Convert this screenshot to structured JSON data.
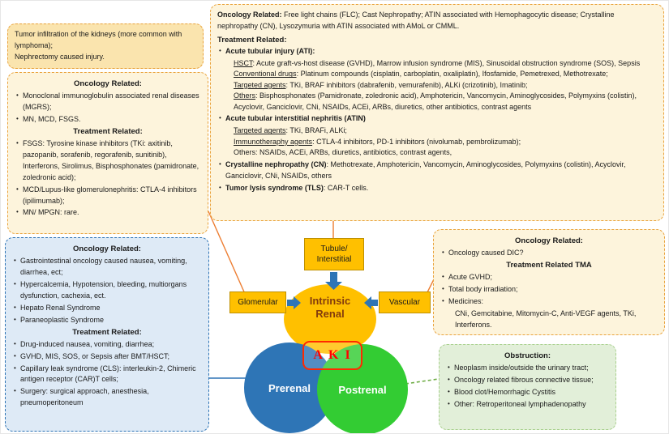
{
  "colors": {
    "orange_accent": "#E9A23B",
    "blue_accent": "#2E74B5",
    "green_accent": "#70AD47",
    "venn_orange": "#FFC000",
    "venn_blue": "#2E75B6",
    "venn_green": "#33CC33",
    "aki_red": "#FF0000"
  },
  "box_top_left": {
    "line1": "Tumor infiltration of the kidneys (more common with lymphoma);",
    "line2": "Nephrectomy caused injury."
  },
  "box_left": {
    "h1": "Oncology Related:",
    "items1": [
      "Monoclonal immunoglobulin associated renal diseases (MGRS);",
      "MN, MCD, FSGS."
    ],
    "h2": "Treatment Related:",
    "items2": [
      "FSGS: Tyrosine kinase inhibitors (TKi: axitinib, pazopanib, sorafenib, regorafenib, sunitinib), Interferons, Sirolimus, Bisphosphonates (pamidronate, zoledronic acid);",
      "MCD/Lupus-like glomerulonephritis: CTLA-4 inhibitors (ipilimumab);",
      "MN/ MPGN: rare."
    ]
  },
  "box_top_right": {
    "p1_lead": "Oncology Related:",
    "p1_rest": " Free light chains (FLC); Cast Nephropathy; ATIN associated with Hemophagocytic disease; Crystalline nephropathy (CN), Lysozymuria with ATIN associated with AMoL or CMML.",
    "h_treatment": "Treatment Related:",
    "b1_lead": "Acute tubular injury (ATI)",
    "b1_rest": ":",
    "b1_sub": [
      {
        "lead": "HSCT",
        "rest": ": Acute graft-vs-host disease (GVHD), Marrow infusion syndrome (MIS), Sinusoidal obstruction syndrome (SOS), Sepsis"
      },
      {
        "lead": "Conventional drugs",
        "rest": ": Platinum compounds (cisplatin, carboplatin, oxaliplatin), Ifosfamide, Pemetrexed, Methotrexate;"
      },
      {
        "lead": "Targeted agents",
        "rest": ": TKi, BRAF inhibitors (dabrafenib, vemurafenib), ALKi (crizotinib), Imatinib;"
      },
      {
        "lead": "Others",
        "rest": ": Bisphosphonates (Pamidronate, zoledronic acid), Amphotericin, Vancomycin, Aminoglycosides, Polymyxins (colistin), Acyclovir, Ganciclovir, CNi, NSAIDs, ACEi, ARBs, diuretics, other antibiotics, contrast agents"
      }
    ],
    "b2_lead": "Acute tubular interstitial nephritis (ATIN)",
    "b2_sub": [
      {
        "lead": "Targeted agents",
        "rest": ": TKi, BRAFi, ALKi;"
      },
      {
        "lead": "Immunotheraphy agents",
        "rest": ": CTLA-4 inhibitors, PD-1 inhibitors (nivolumab, pembrolizumab);"
      }
    ],
    "b2_plain": "Others: NSAIDs, ACEi, ARBs, diuretics, antibiotics, contrast agents,",
    "b3_lead": "Crystalline nephropathy (CN)",
    "b3_rest": ": Methotrexate, Amphotericin, Vancomycin, Aminoglycosides, Polymyxins (colistin), Acyclovir, Ganciclovir, CNi, NSAIDs, others",
    "b4_lead": "Tumor lysis syndrome (TLS)",
    "b4_rest": ": CAR-T cells."
  },
  "box_bottom_left": {
    "h1": "Oncology Related:",
    "items1": [
      "Gastrointestinal oncology caused nausea, vomiting, diarrhea, ect;",
      "Hypercalcemia, Hypotension, bleeding, multiorgans dysfunction, cachexia, ect.",
      "Hepato Renal Syndrome",
      "Paraneoplastic Syndrome"
    ],
    "h2": "Treatment Related:",
    "items2": [
      "Drug-induced nausea, vomiting, diarrhea;",
      "GVHD, MIS, SOS, or Sepsis after BMT/HSCT;",
      "Capillary leak syndrome (CLS): interleukin-2, Chimeric antigen receptor (CAR)T cells;",
      "Surgery: surgical approach, anesthesia, pneumoperitoneum"
    ]
  },
  "box_right": {
    "h1": "Oncology Related:",
    "items1": [
      "Oncology caused DIC?"
    ],
    "h2": "Treatment Related TMA",
    "items2": [
      "Acute GVHD;",
      "Total body irradiation;",
      "Medicines:"
    ],
    "cont": "CNi, Gemcitabine, Mitomycin-C, Anti-VEGF agents, TKi, Interferons."
  },
  "box_obstruction": {
    "h1": "Obstruction:",
    "items": [
      "Neoplasm inside/outside the urinary tract;",
      "Oncology related fibrous connective tissue;",
      "Blood clot/Hemorrhagic Cystitis",
      "Other: Retroperitoneal lymphadenopathy"
    ]
  },
  "diagram": {
    "tubule_label_1": "Tubule/",
    "tubule_label_2": "Interstitial",
    "glomerular_label": "Glomerular",
    "vascular_label": "Vascular",
    "intrinsic_1": "Intrinsic",
    "intrinsic_2": "Renal",
    "aki": "A K I",
    "prerenal": "Prerenal",
    "postrenal": "Postrenal"
  }
}
